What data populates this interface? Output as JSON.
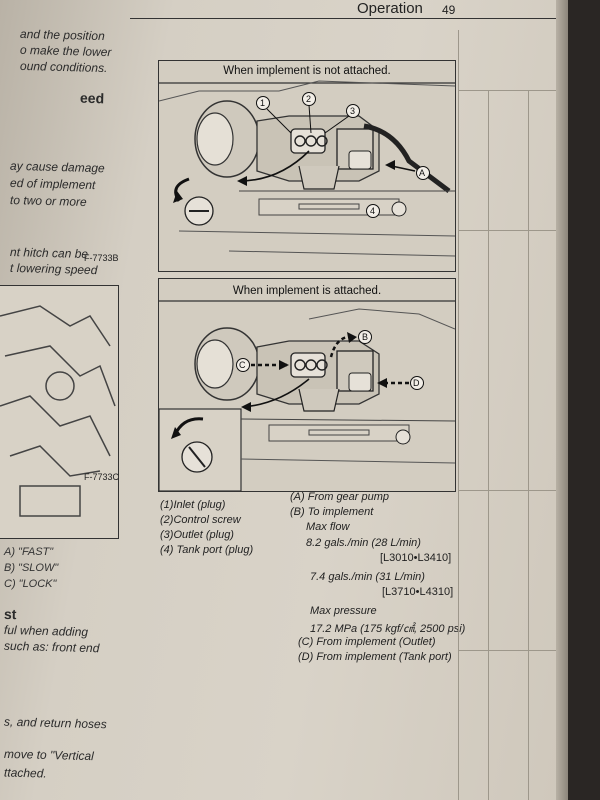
{
  "header": {
    "title": "Operation",
    "page_number": "49"
  },
  "left_column": {
    "lines": [
      "and the position",
      "o make the lower",
      "ound conditions.",
      "eed",
      "ay cause damage",
      "ed of implement",
      "to two or more",
      "nt hitch can be",
      "t lowering speed",
      "A) \"FAST\"",
      "B) \"SLOW\"",
      "C) \"LOCK\"",
      "st",
      "ful when adding",
      "such as: front end",
      "s, and return hoses",
      "move to \"Vertical",
      "ttached."
    ]
  },
  "diagrams": {
    "top": {
      "caption": "When implement is not attached.",
      "figure_id": "F-7733B",
      "callouts": [
        "1",
        "2",
        "3",
        "4",
        "A"
      ]
    },
    "bottom": {
      "caption": "When implement is attached.",
      "figure_id": "F-7733C",
      "callouts": [
        "B",
        "C",
        "D"
      ]
    }
  },
  "legend_left": [
    "(1)Inlet (plug)",
    "(2)Control screw",
    "(3)Outlet (plug)",
    "(4) Tank port (plug)"
  ],
  "legend_right": {
    "a": "(A) From gear pump",
    "b": "(B) To implement",
    "max_flow": "Max flow",
    "flow1": "8.2 gals./min (28 L/min)",
    "flow1_models": "[L3010•L3410]",
    "flow2": "7.4 gals./min (31 L/min)",
    "flow2_models": "[L3710•L4310]",
    "max_pressure": "Max pressure",
    "pressure": "17.2 MPa (175 kgf/㎠, 2500 psi)",
    "c": "(C) From implement (Outlet)",
    "d": "(D) From implement (Tank port)"
  }
}
